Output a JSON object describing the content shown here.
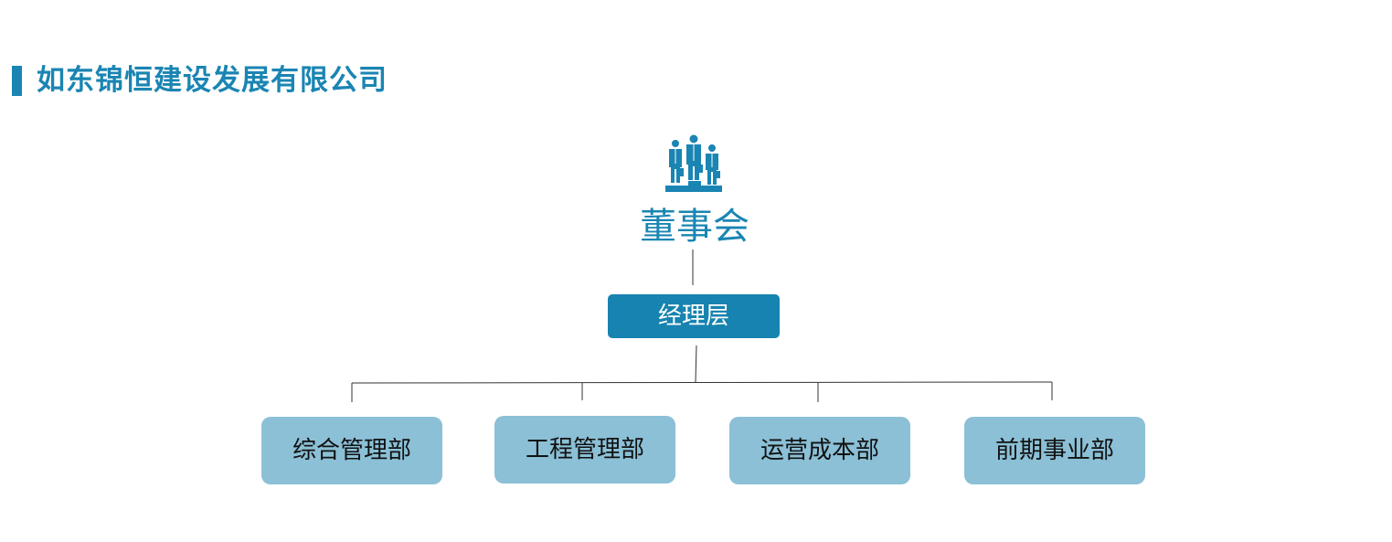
{
  "header": {
    "title": "如东锦恒建设发展有限公司",
    "accent_color": "#1a85b3"
  },
  "org_chart": {
    "top": {
      "label": "董事会",
      "icon": "board-members-icon"
    },
    "manager": {
      "label": "经理层",
      "color": "#1783b0"
    },
    "departments": [
      {
        "label": "综合管理部"
      },
      {
        "label": "工程管理部"
      },
      {
        "label": "运营成本部"
      },
      {
        "label": "前期事业部"
      }
    ],
    "department_color": "#8bc0d6",
    "connector_color": "#333333"
  }
}
